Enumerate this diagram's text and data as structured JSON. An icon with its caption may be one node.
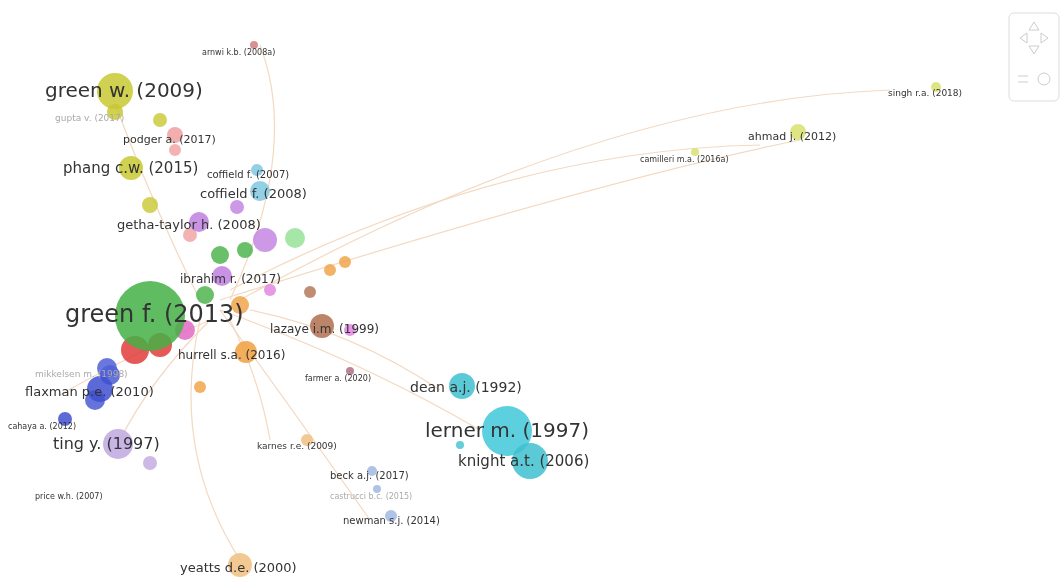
{
  "diagram": {
    "nodes": [
      {
        "text": [
          "green w. (2009)"
        ]
      },
      {
        "text": [
          "gupta v. (2017)"
        ]
      },
      {
        "text": [
          "arnwi k.b. (2008a)"
        ]
      },
      {
        "text": [
          "podger a. (2017)"
        ]
      },
      {
        "text": [
          "phang c.w. (2015)"
        ]
      },
      {
        "text": [
          "coffield f. (2007)"
        ]
      },
      {
        "text": [
          "coffield f. (2008)"
        ]
      },
      {
        "text": [
          "getha-taylor h. (2008)"
        ]
      },
      {
        "text": [
          "ibrahim r. (2017)"
        ]
      },
      {
        "text": [
          "green f. (2013)"
        ]
      },
      {
        "text": [
          "lazaye i.m. (1999)"
        ]
      },
      {
        "text": [
          "hurrell s.a. (2016)"
        ]
      },
      {
        "text": [
          "farmer a. (2020)"
        ]
      },
      {
        "text": [
          "mikkelsen m. (1998)"
        ]
      },
      {
        "text": [
          "flaxman p.e. (2010)"
        ]
      },
      {
        "text": [
          "cahaya a. (2012)"
        ]
      },
      {
        "text": [
          "ting y. (1997)"
        ]
      },
      {
        "text": [
          "price w.h. (2007)"
        ]
      },
      {
        "text": [
          "karnes r.e. (2009)"
        ]
      },
      {
        "text": [
          "beck a.j. (2017)"
        ]
      },
      {
        "text": [
          "castrucci b.c. (2015)"
        ]
      },
      {
        "text": [
          "newman s.j. (2014)"
        ]
      },
      {
        "text": [
          "yeatts d.e. (2000)"
        ]
      },
      {
        "text": [
          "dean a.j. (1992)"
        ]
      },
      {
        "text": [
          "lerner m. (1997)"
        ]
      },
      {
        "text": [
          "knight a.t. (2006)"
        ]
      },
      {
        "text": [
          "singh r.a. (2018)"
        ]
      },
      {
        "text": [
          "ahmad j. (2012)"
        ]
      },
      {
        "text": [
          "camilleri m.a. (2016a)"
        ]
      }
    ]
  }
}
